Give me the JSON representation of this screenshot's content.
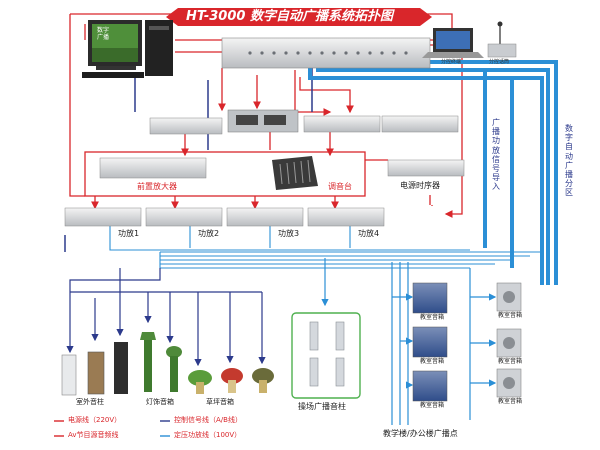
{
  "title": "HT-3000 数字自动广播系统拓扑图",
  "devices": {
    "preamp": "前置放大器",
    "mixer": "调音台",
    "sequencer": "电源时序器",
    "amp1": "功放1",
    "amp2": "功放2",
    "amp3": "功放3",
    "amp4": "功放4",
    "paging_left": "分控终端",
    "paging_right": "分控话筒",
    "pc_screen": "数字\n广播"
  },
  "side_labels": {
    "signal_input": "广播功放信号导入",
    "zone": "数字自动广播分区"
  },
  "speakers": {
    "outdoor": "室外音柱",
    "garden": "灯饰音箱",
    "lawn": "草坪音箱",
    "playground": "操场广播音柱",
    "classroom": "教室音箱",
    "building": "教学楼/办公楼广播点"
  },
  "legend": [
    {
      "label": "电源线（220V）",
      "color": "#d9262b"
    },
    {
      "label": "Av节目源音频线",
      "color": "#d9262b"
    },
    {
      "label": "控制信号线（A/B线）",
      "color": "#2c3a8c"
    },
    {
      "label": "定压功放线（100V）",
      "color": "#2b8fd6"
    }
  ],
  "colors": {
    "title_bg": "#d9262b",
    "power": "#d9262b",
    "signal": "#2b8fd6",
    "control": "#2c3a8c"
  }
}
